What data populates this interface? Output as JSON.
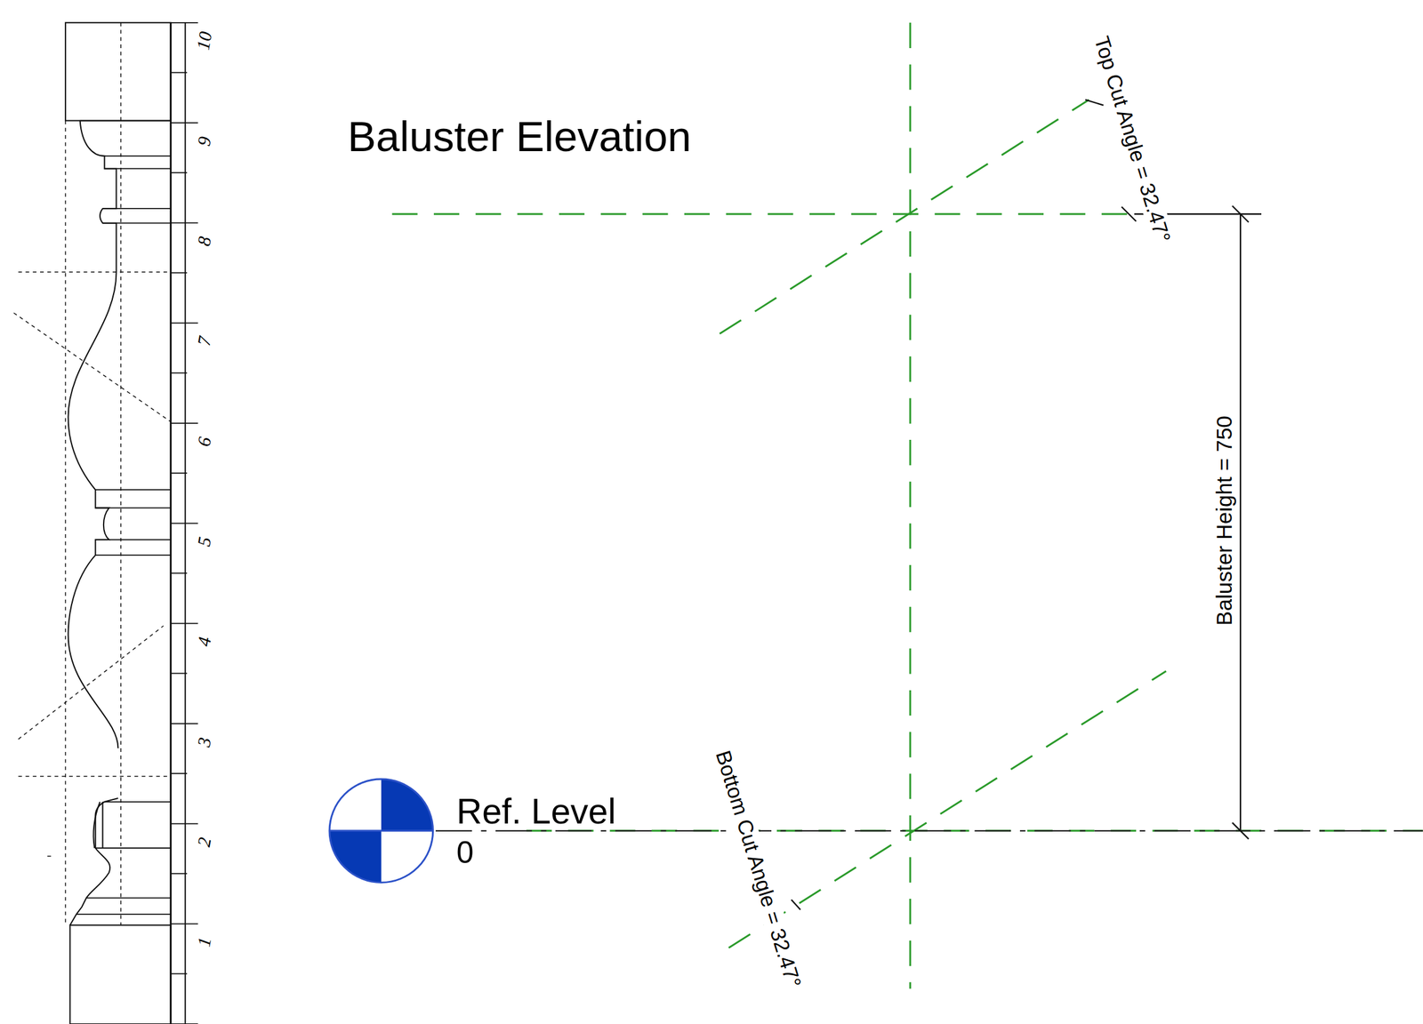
{
  "diagram": {
    "title": "Baluster Elevation",
    "labels": [
      "Ref. Level",
      "0",
      "Top Cut Angle = 32.47°",
      "Bottom Cut Angle = 32.47°",
      "Baluster Height = 750",
      "10",
      "9",
      "8",
      "7",
      "6",
      "5",
      "4",
      "3",
      "2",
      "1"
    ]
  }
}
